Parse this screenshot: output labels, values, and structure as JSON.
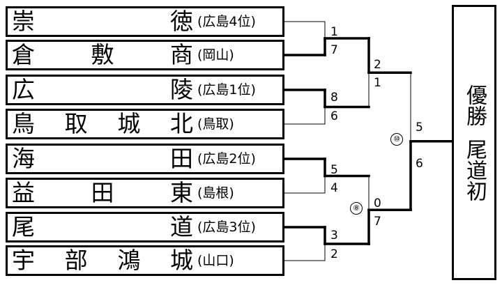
{
  "teams": [
    {
      "name": [
        "崇",
        "徳"
      ],
      "region": "(広島4位)"
    },
    {
      "name": [
        "倉",
        "敷",
        "商"
      ],
      "region": "(岡山)"
    },
    {
      "name": [
        "広",
        "陵"
      ],
      "region": "(広島1位)"
    },
    {
      "name": [
        "鳥",
        "取",
        "城",
        "北"
      ],
      "region": "(鳥取)"
    },
    {
      "name": [
        "海",
        "田"
      ],
      "region": "(広島2位)"
    },
    {
      "name": [
        "益",
        "田",
        "東"
      ],
      "region": "(島根)"
    },
    {
      "name": [
        "尾",
        "道"
      ],
      "region": "(広島3位)"
    },
    {
      "name": [
        "宇",
        "部",
        "鴻",
        "城"
      ],
      "region": "(山口)"
    }
  ],
  "first_round": [
    {
      "top_score": "1",
      "bottom_score": "7",
      "winner": "bottom"
    },
    {
      "top_score": "8",
      "bottom_score": "6",
      "winner": "top"
    },
    {
      "top_score": "5",
      "bottom_score": "4",
      "winner": "top"
    },
    {
      "top_score": "3",
      "bottom_score": "2",
      "winner": "top"
    }
  ],
  "semifinals": [
    {
      "top_score": "2",
      "bottom_score": "1",
      "winner": "top",
      "game_number": ""
    },
    {
      "top_score": "0",
      "bottom_score": "7",
      "winner": "bottom",
      "game_number": "⑧"
    }
  ],
  "final": {
    "top_score": "5",
    "bottom_score": "6",
    "winner": "bottom",
    "game_number": "⑩"
  },
  "winner": {
    "line1": "優勝",
    "line2": "尾道初"
  }
}
